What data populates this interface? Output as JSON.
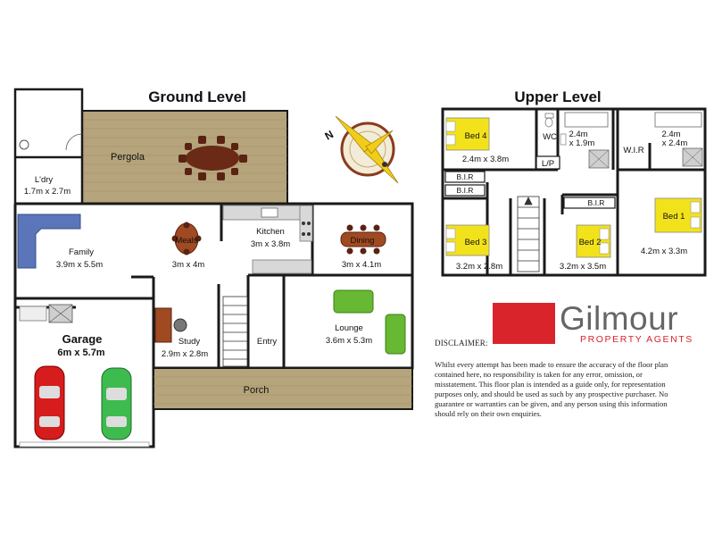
{
  "levels": {
    "ground": "Ground Level",
    "upper": "Upper Level"
  },
  "compass": {
    "north": "N"
  },
  "rooms": {
    "pergola": "Pergola",
    "ldry": "L'dry",
    "ldry_dim": "1.7m x 2.7m",
    "family": "Family",
    "family_dim": "3.9m x 5.5m",
    "meals": "Meals",
    "meals_dim": "3m x 4m",
    "kitchen": "Kitchen",
    "kitchen_dim": "3m x 3.8m",
    "dining": "Dining",
    "dining_dim": "3m x 4.1m",
    "garage": "Garage",
    "garage_dim": "6m x 5.7m",
    "study": "Study",
    "study_dim": "2.9m x 2.8m",
    "entry": "Entry",
    "lounge": "Lounge",
    "lounge_dim": "3.6m x 5.3m",
    "porch": "Porch",
    "bed4": "Bed 4",
    "bed4_dim": "2.4m x 3.8m",
    "wc": "WC",
    "bath1_dim_a": "2.4m",
    "bath1_dim_b": "x 1.9m",
    "wir": "W.I.R",
    "bath2_dim_a": "2.4m",
    "bath2_dim_b": "x 2.4m",
    "lp": "L/P",
    "bir1": "B.I.R",
    "bir2": "B.I.R",
    "bir3": "B.I.R",
    "bed1": "Bed 1",
    "bed1_dim": "4.2m x 3.3m",
    "bed3": "Bed 3",
    "bed3_dim": "3.2m x 2.8m",
    "bed2": "Bed 2",
    "bed2_dim": "3.2m x 3.5m"
  },
  "brand": {
    "name": "Gilmour",
    "tagline": "PROPERTY AGENTS",
    "logo_red": "#d9242b",
    "text_grey": "#666666"
  },
  "disclaimer": {
    "heading": "DISCLAIMER:",
    "body": "Whilst every attempt has been made to ensure the accuracy of the floor plan contained here, no responsibility is taken for any error, omission, or misstatement. This floor plan is intended as a guide only, for representation purposes only, and should be used as such by any prospective purchaser. No guarantee or warranties can be given, and any person using this information should rely on their own enquiries."
  },
  "colors": {
    "wall": "#1a1a1a",
    "deck": "#b5a47c",
    "deck_line": "#8f7f5a",
    "furniture_brown": "#8b3a1e",
    "bed_yellow": "#f2e21b",
    "sofa_green": "#67b832",
    "sofa_blue": "#5a76b8",
    "car_red": "#d61c1c",
    "car_green": "#3dbb4f",
    "grey_fixture": "#9a9a9a"
  }
}
